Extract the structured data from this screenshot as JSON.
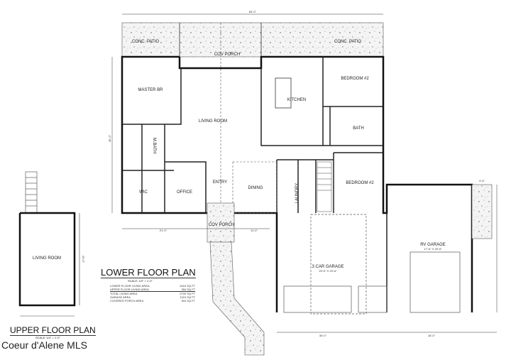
{
  "lower_plan": {
    "title": "LOWER FLOOR PLAN",
    "scale": "SCALE: 1/4\" = 1'-0\"",
    "areas": [
      {
        "label": "LOWER FLOOR LIVING AREA",
        "value": "2416 SQ FT"
      },
      {
        "label": "UPPER FLOOR LIVING AREA",
        "value": "284 SQ FT"
      },
      {
        "label": "TOTAL LIVING AREA",
        "value": "2700 SQ FT"
      },
      {
        "label": "GARAGE AREA",
        "value": "1324 SQ FT"
      },
      {
        "label": "COVERED PORCH AREA",
        "value": "304 SQ FT"
      }
    ],
    "rooms": {
      "patio_left": "CONC. PATIO",
      "patio_right": "CONC. PATIO",
      "cov_porch_rear": "COV PORCH",
      "master": "MASTER BR",
      "m_bath": "M.BATH",
      "wic": "WIC",
      "office": "OFFICE",
      "living": "LIVING ROOM",
      "entry": "ENTRY",
      "dining": "DINING",
      "kitchen": "KITCHEN",
      "bedroom2_top": "BEDROOM #2",
      "bath": "BATH",
      "bedroom2": "BEDROOM #2",
      "laundry": "LAUNDRY",
      "cov_porch_front": "COV PORCH",
      "garage3": "3 CAR GARAGE",
      "garage3_dims": "29'-0\" X 23'-6\"",
      "rv_garage": "RV GARAGE",
      "rv_dims": "17'-6\" X 29'-6\""
    },
    "dimensions": {
      "overall_width": "84'-0\"",
      "overall_depth": "45'-0\"",
      "garage_width": "30'-0\"",
      "rv_width": "18'-0\"",
      "left_seg": "21'-0\"",
      "entry_seg": "11'-0\"",
      "porch_width": "4'-6\""
    }
  },
  "upper_plan": {
    "title": "UPPER FLOOR PLAN",
    "scale": "SCALE: 1/4\" = 1'-0\"",
    "room": "LIVING ROOM",
    "depth": "23'-0\""
  },
  "watermark": "Coeur d'Alene MLS"
}
